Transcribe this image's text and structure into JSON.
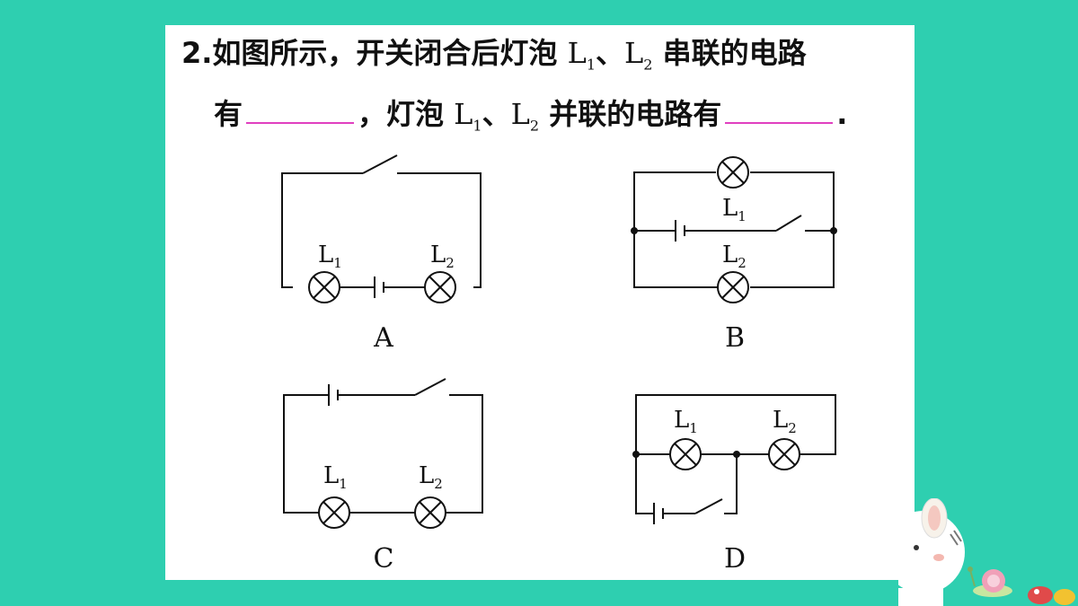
{
  "question": {
    "number": "2.",
    "line1_text": "如图所示，开关闭合后灯泡",
    "line1_tail": "串联的电路",
    "line2_head": "有",
    "line2_mid": "，灯泡",
    "line2_tail": "并联的电路有",
    "line2_end": ".",
    "lamp1": "L",
    "lamp1_sub": "1",
    "lamp2": "L",
    "lamp2_sub": "2",
    "separator": "、"
  },
  "circuits": {
    "A": {
      "label": "A",
      "l1": "L",
      "l1_sub": "1",
      "l2": "L",
      "l2_sub": "2"
    },
    "B": {
      "label": "B",
      "l1": "L",
      "l1_sub": "1",
      "l2": "L",
      "l2_sub": "2"
    },
    "C": {
      "label": "C",
      "l1": "L",
      "l1_sub": "1",
      "l2": "L",
      "l2_sub": "2"
    },
    "D": {
      "label": "D",
      "l1": "L",
      "l1_sub": "1",
      "l2": "L",
      "l2_sub": "2"
    }
  },
  "colors": {
    "background": "#2ecfb0",
    "blank_underline": "#e040c0"
  }
}
